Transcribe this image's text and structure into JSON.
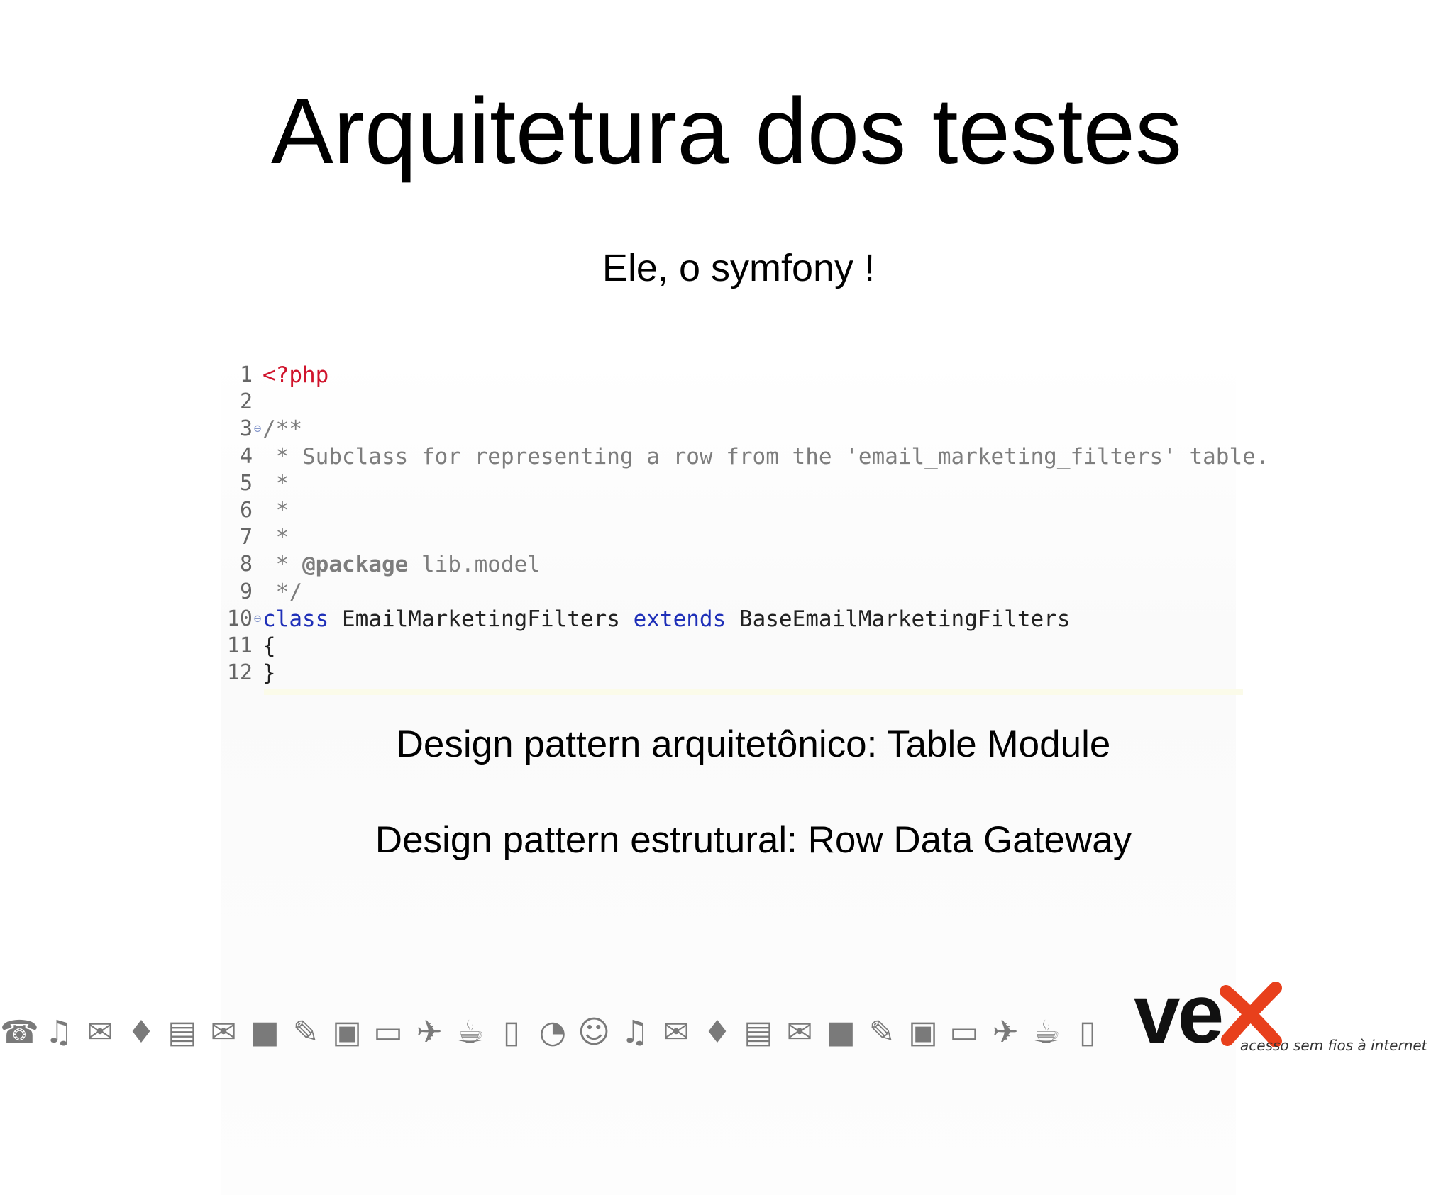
{
  "slide": {
    "title": "Arquitetura dos testes",
    "subtitle": "Ele, o symfony !",
    "line1": "Design pattern arquitetônico: Table Module",
    "line2": "Design pattern estrutural: Row Data Gateway"
  },
  "code": {
    "line_numbers": [
      "1",
      "2",
      "3",
      "4",
      "5",
      "6",
      "7",
      "8",
      "9",
      "10",
      "11",
      "12"
    ],
    "l1": "<?php",
    "l3": "/**",
    "l4": " * Subclass for representing a row from the 'email_marketing_filters' table.",
    "l5": " *",
    "l6": " *",
    "l7": " *",
    "l8_star": " * ",
    "l8_tag": "@package",
    "l8_val": " lib.model",
    "l9": " */",
    "l10_kw1": "class",
    "l10_name": " EmailMarketingFilters ",
    "l10_kw2": "extends",
    "l10_base": " BaseEmailMarketingFilters",
    "l11": "{",
    "l12": "}"
  },
  "footer": {
    "icons": [
      "phone-icon",
      "guitar-icon",
      "chat-icon",
      "icecream-icon",
      "book-icon",
      "mail-icon",
      "gift-icon",
      "pen-icon",
      "bus-icon",
      "laptop-icon",
      "plane-icon",
      "coffee-icon",
      "mobile-icon",
      "wifi-icon",
      "masks-icon"
    ],
    "logo_text": "ve",
    "logo_x": "x",
    "tagline": "acesso sem fios à internet"
  },
  "colors": {
    "logo_x": "#e8401c",
    "php_tag": "#d0142c",
    "keyword": "#1e2fb8",
    "comment": "#7d7d7d"
  }
}
